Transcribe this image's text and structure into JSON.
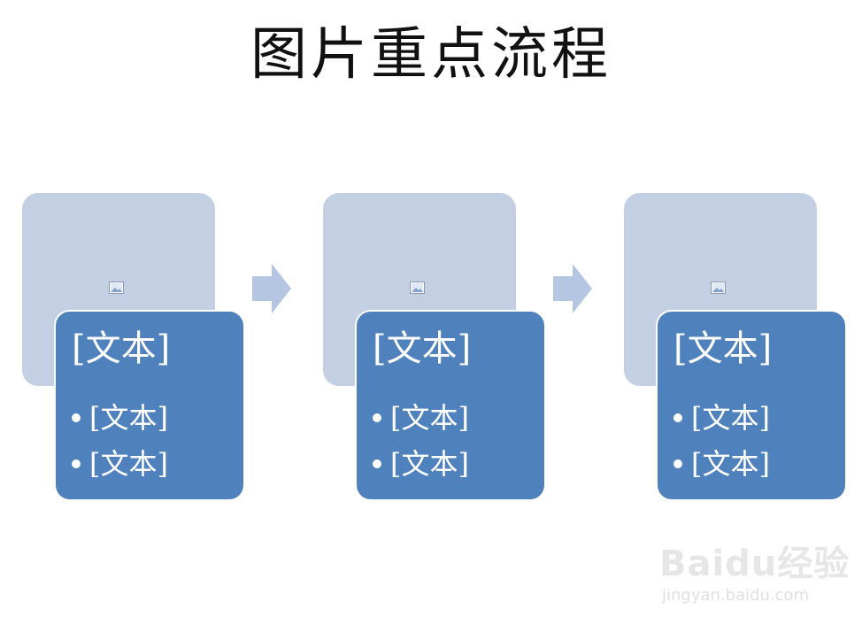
{
  "title": "图片重点流程",
  "steps": [
    {
      "heading": "[文本]",
      "bullets": [
        "[文本]",
        "[文本]"
      ]
    },
    {
      "heading": "[文本]",
      "bullets": [
        "[文本]",
        "[文本]"
      ]
    },
    {
      "heading": "[文本]",
      "bullets": [
        "[文本]",
        "[文本]"
      ]
    }
  ],
  "watermark": {
    "logo": "Baidu经验",
    "url": "jingyan.baidu.com"
  },
  "colors": {
    "image_card": "#c3cfe3",
    "text_card": "#4f81bd",
    "arrow": "#b4c6e1"
  }
}
